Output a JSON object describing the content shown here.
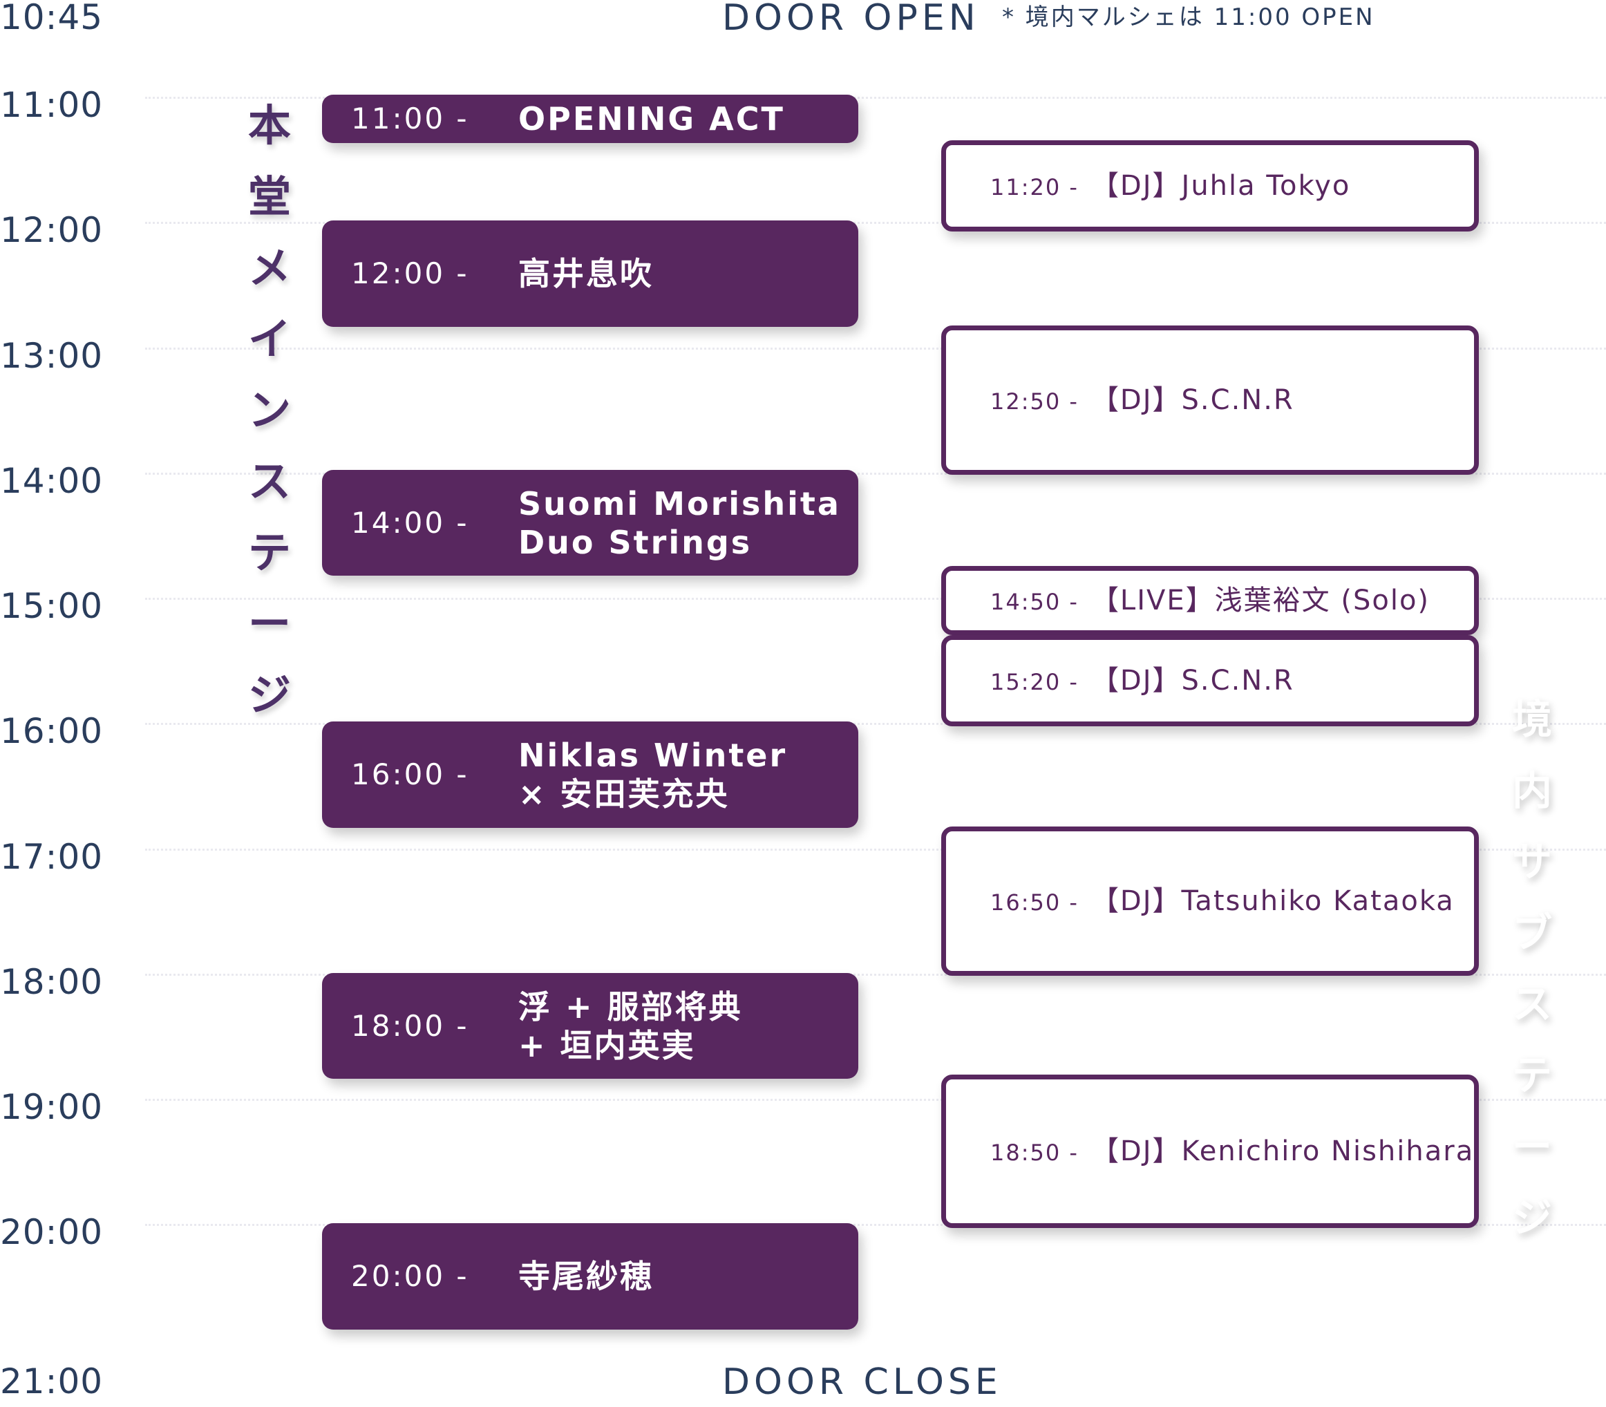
{
  "door": {
    "open_label": "DOOR OPEN",
    "open_note": "* 境内マルシェは 11:00 OPEN",
    "close_label": "DOOR CLOSE"
  },
  "times": [
    "10:45",
    "11:00",
    "12:00",
    "13:00",
    "14:00",
    "15:00",
    "16:00",
    "17:00",
    "18:00",
    "19:00",
    "20:00",
    "21:00"
  ],
  "main_stage": {
    "label_chars": [
      "本",
      "堂",
      "メ",
      "イ",
      "ン",
      "ス",
      "テ",
      "ー",
      "ジ"
    ],
    "events": [
      {
        "time": "11:00 -",
        "name": [
          "OPENING ACT"
        ]
      },
      {
        "time": "12:00 -",
        "name": [
          "高井息吹"
        ]
      },
      {
        "time": "14:00 -",
        "name": [
          "Suomi Morishita",
          "Duo Strings"
        ]
      },
      {
        "time": "16:00 -",
        "name": [
          "Niklas Winter",
          "× 安田芙充央"
        ]
      },
      {
        "time": "18:00 -",
        "name": [
          "浮 + 服部将典",
          "+ 垣内英実"
        ]
      },
      {
        "time": "20:00 -",
        "name": [
          "寺尾紗穂"
        ]
      }
    ]
  },
  "sub_stage": {
    "label_chars": [
      "境",
      "内",
      "サ",
      "ブ",
      "ス",
      "テ",
      "ー",
      "ジ"
    ],
    "events": [
      {
        "time": "11:20 -",
        "name": "【DJ】Juhla Tokyo"
      },
      {
        "time": "12:50 -",
        "name": "【DJ】S.C.N.R"
      },
      {
        "time": "14:50 -",
        "name": "【LIVE】浅葉裕文 (Solo)"
      },
      {
        "time": "15:20 -",
        "name": "【DJ】S.C.N.R"
      },
      {
        "time": "16:50 -",
        "name": "【DJ】Tatsuhiko Kataoka"
      },
      {
        "time": "18:50 -",
        "name": "【DJ】Kenichiro Nishihara"
      }
    ]
  },
  "colors": {
    "accent": "#58275f",
    "time_text": "#2a3d5c"
  }
}
